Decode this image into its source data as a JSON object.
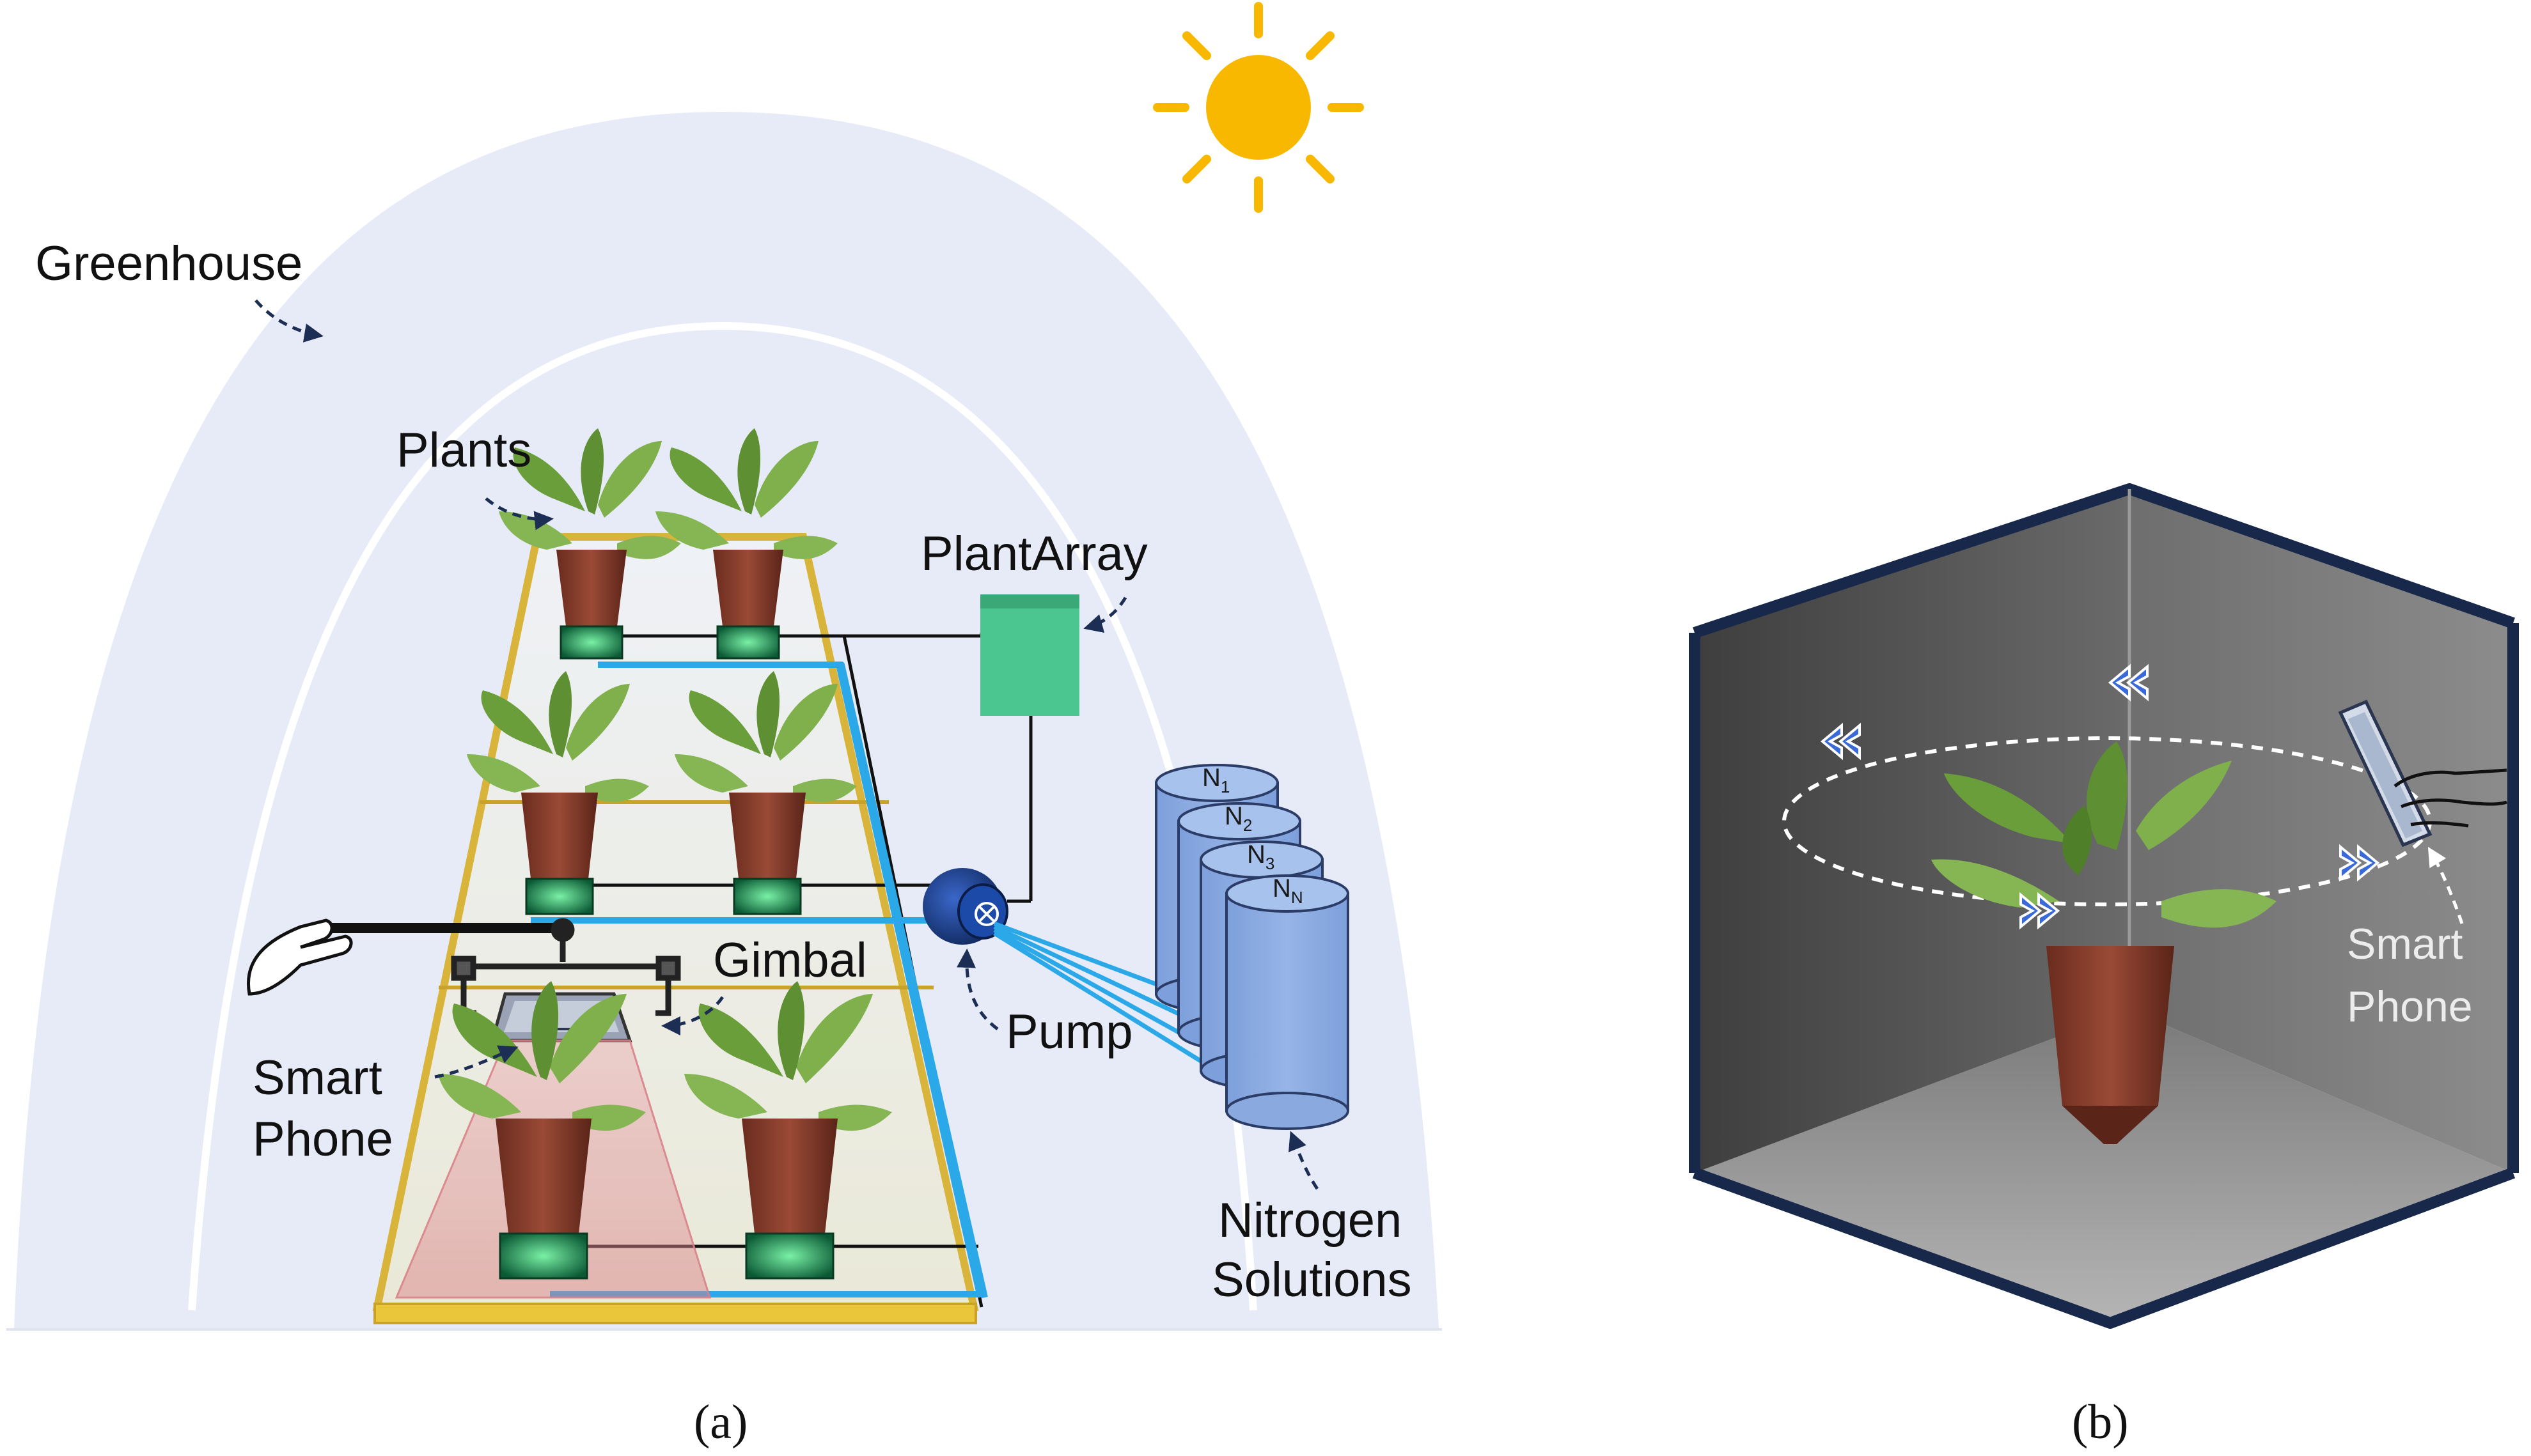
{
  "panel_a": {
    "caption": "(a)",
    "labels": {
      "greenhouse": "Greenhouse",
      "plants": "Plants",
      "plant_array": "PlantArray",
      "gimbal": "Gimbal",
      "smart_phone_1": "Smart",
      "smart_phone_2": "Phone",
      "pump": "Pump",
      "nitrogen_1": "Nitrogen",
      "nitrogen_2": "Solutions"
    },
    "tanks": [
      {
        "base": "N",
        "sub": "1"
      },
      {
        "base": "N",
        "sub": "2"
      },
      {
        "base": "N",
        "sub": "3"
      },
      {
        "base": "N",
        "sub": "N"
      }
    ]
  },
  "panel_b": {
    "caption": "(b)",
    "labels": {
      "smart_phone_1": "Smart",
      "smart_phone_2": "Phone"
    }
  },
  "colors": {
    "sun": "#f9b800",
    "greenhouse_fill": "#e6ebf7",
    "tray_border": "#d8b43a",
    "pipe_blue": "#2aa8e8",
    "plant_array_box": "#4cc690",
    "tank_fill": "#8aaadf",
    "pump": "#163a8a",
    "chamber_wall": "#5a5a5a",
    "chamber_edge": "#17284a",
    "arrow_chevron": "#3a6ad8"
  }
}
